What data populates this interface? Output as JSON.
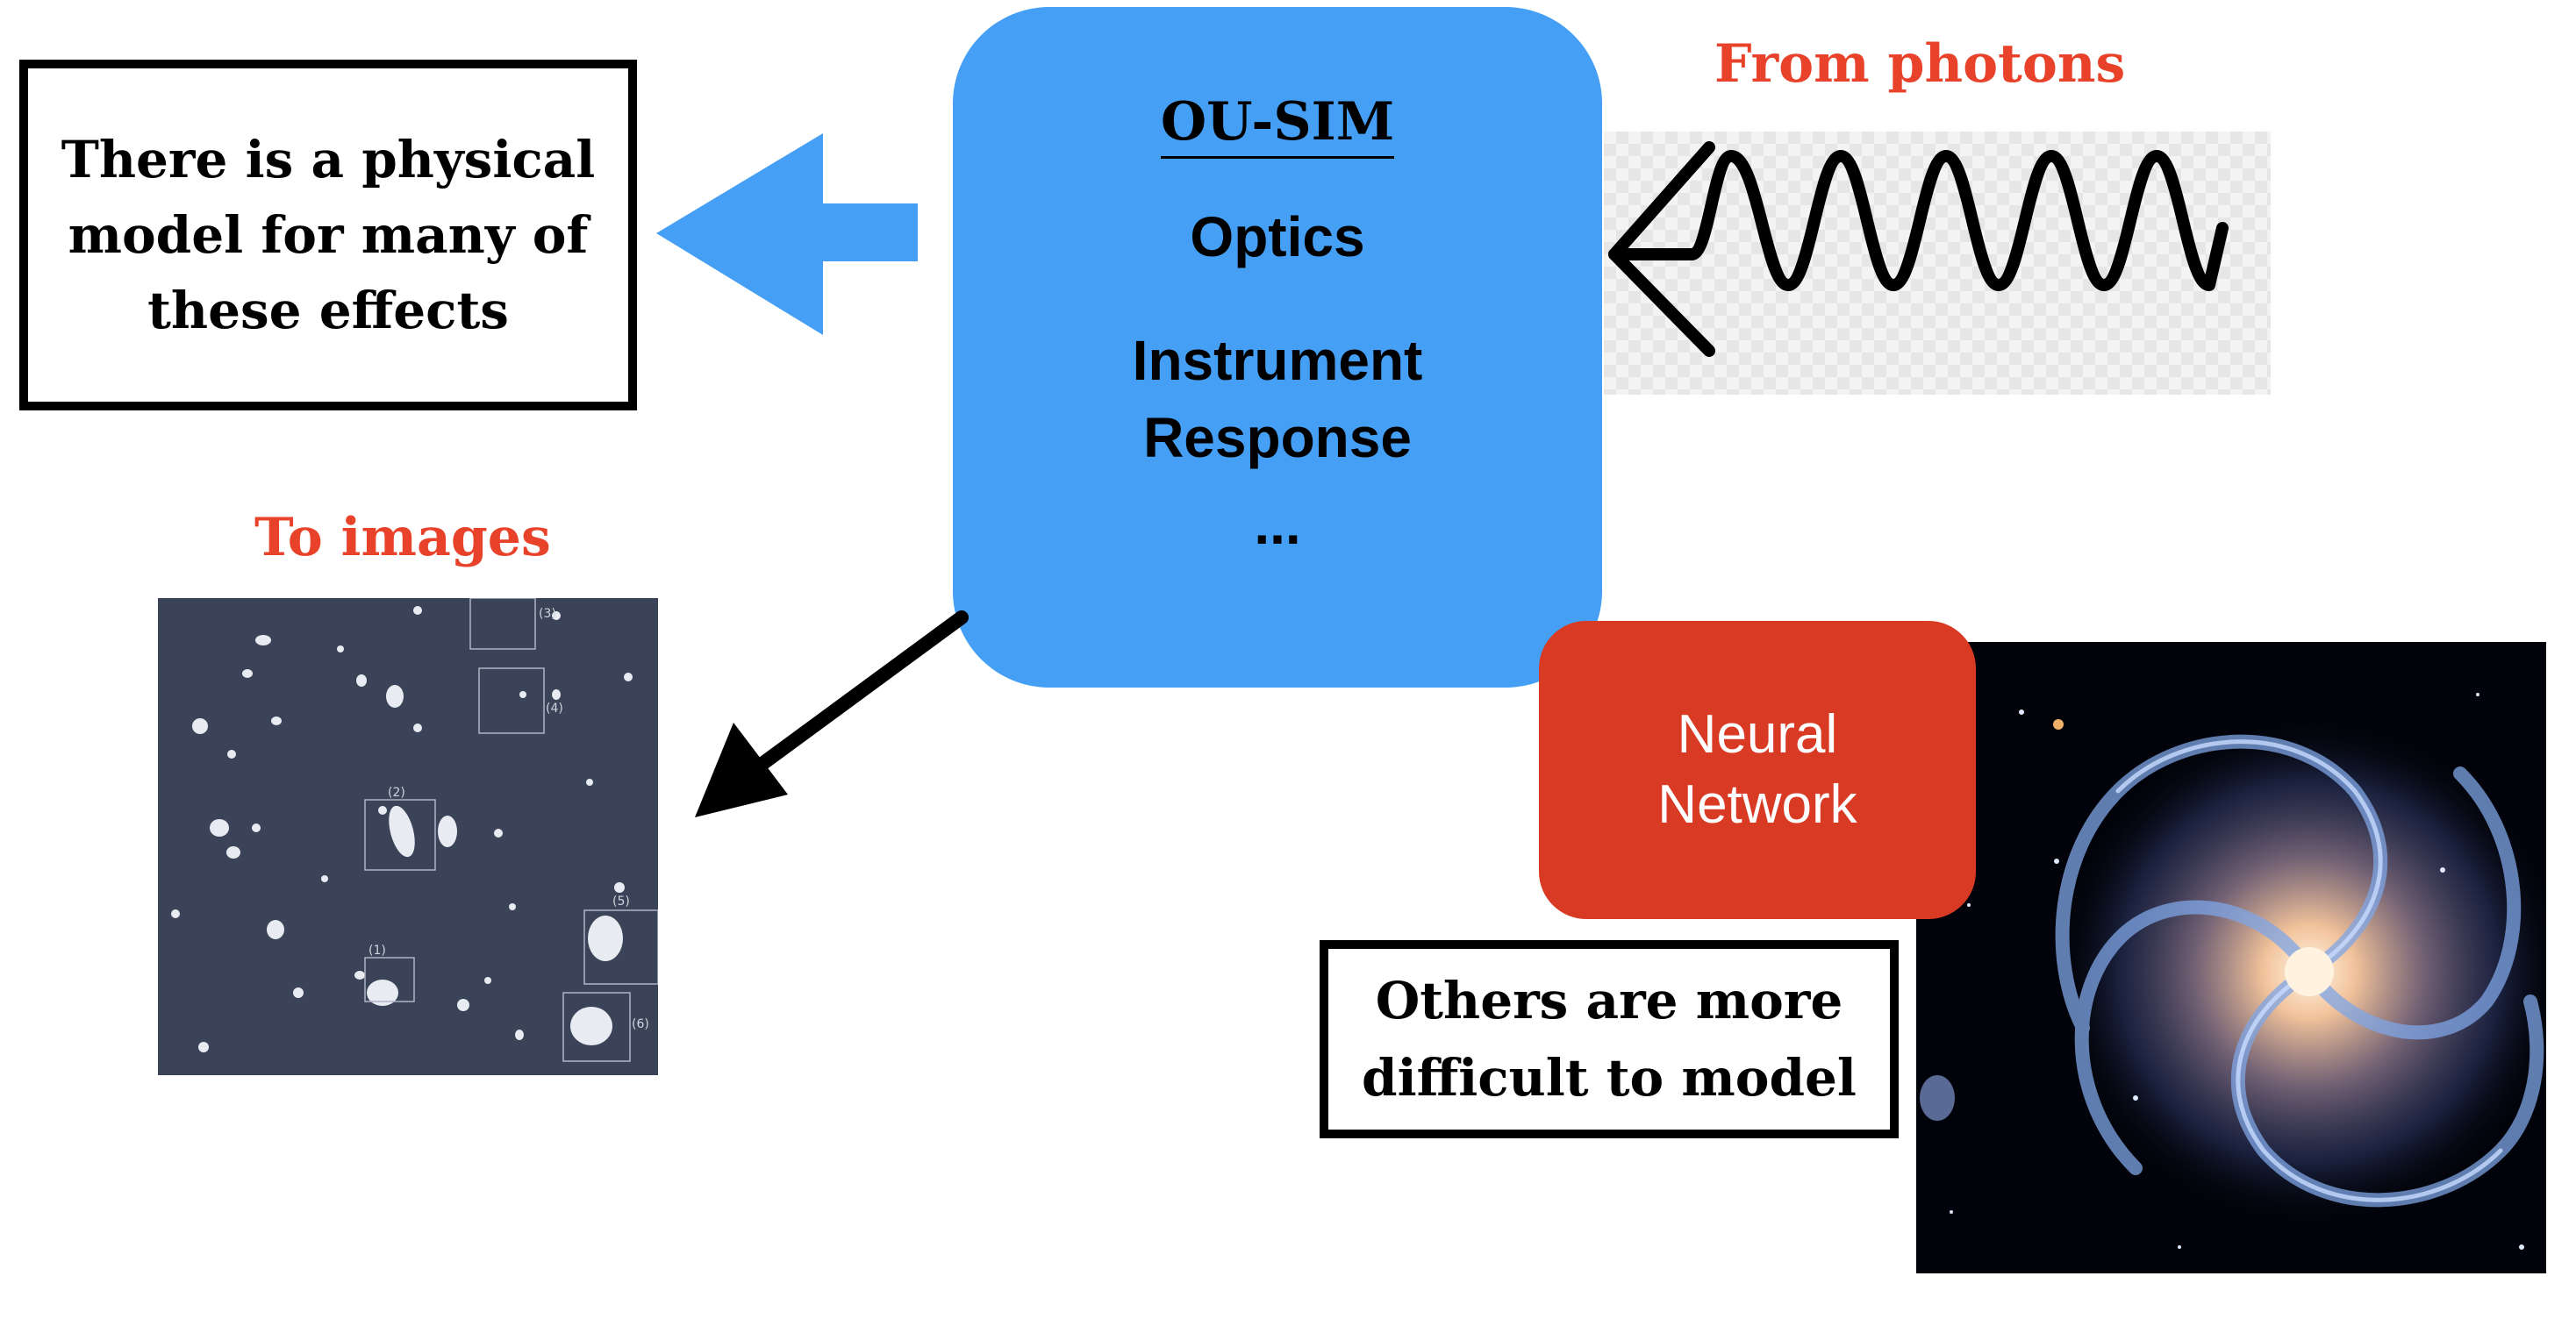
{
  "colors": {
    "blue": "#449FF5",
    "red": "#D93A23",
    "label_red": "#E8432A"
  },
  "physical_model_box": {
    "text": "There is a physical model for many of these effects"
  },
  "ou_sim": {
    "title": "OU-SIM",
    "optics": "Optics",
    "instrument_response": "Instrument Response",
    "ellipsis": "..."
  },
  "from_photons_label": "From photons",
  "to_images_label": "To images",
  "neural_network": {
    "label": "Neural Network"
  },
  "difficult_box": {
    "text": "Others are more difficult to model"
  },
  "sky_image": {
    "annotations": [
      "(1)",
      "(2)",
      "(3)",
      "(4)",
      "(5)",
      "(6)"
    ]
  }
}
